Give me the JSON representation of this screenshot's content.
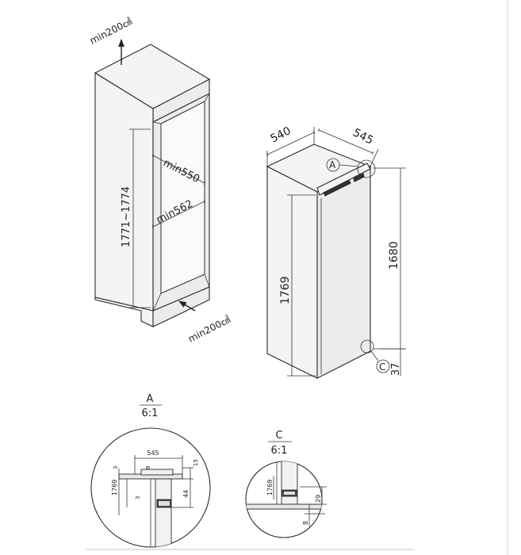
{
  "niche": {
    "vent_top": "min200㎠",
    "vent_bottom": "min200㎠",
    "height": "1771~1774",
    "width": "min550",
    "depth": "min562"
  },
  "appliance": {
    "width": "540",
    "depth": "545",
    "total_height": "1769",
    "door_height": "1680",
    "bottom_offset": "37",
    "marker_a": "A",
    "marker_c": "C"
  },
  "detail_a": {
    "title": "A",
    "scale": "6:1",
    "dim_545": "545",
    "dim_3_top": "3",
    "dim_9": "9",
    "dim_15": "15",
    "dim_1769": "1769",
    "dim_3_left": "3",
    "dim_44": "44"
  },
  "detail_c": {
    "title": "C",
    "scale": "6:1",
    "dim_1769": "1769",
    "dim_29": "29",
    "dim_8": "8"
  }
}
